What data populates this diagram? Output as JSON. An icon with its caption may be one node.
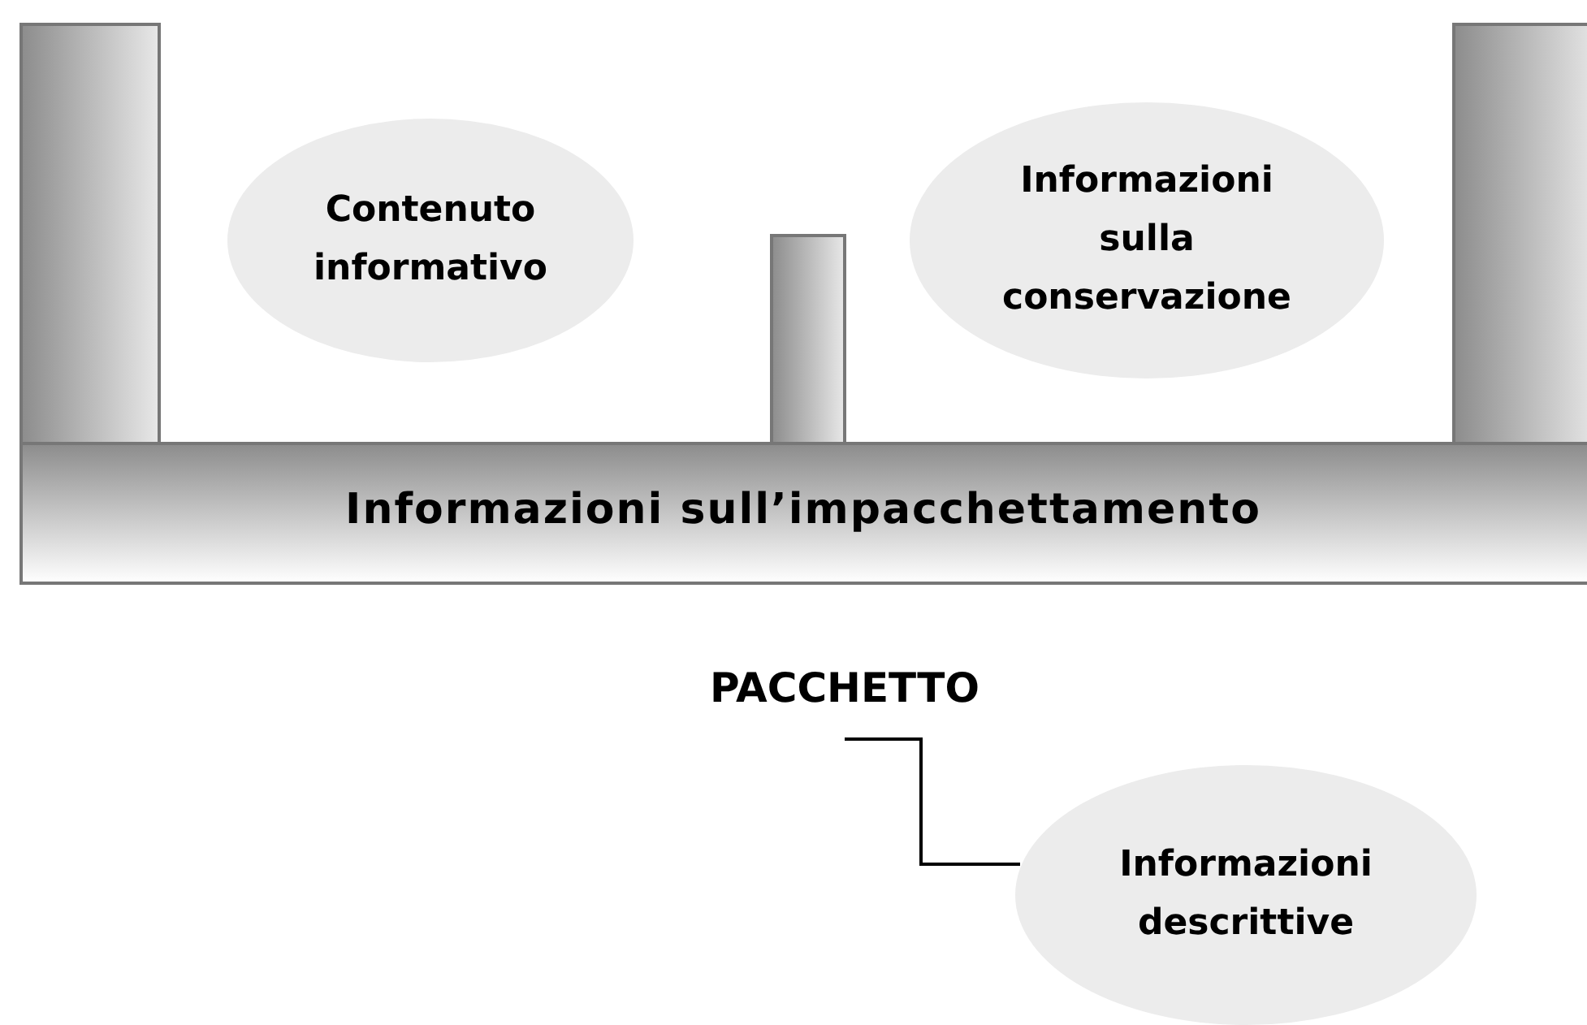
{
  "diagram": {
    "nodes": [
      {
        "text": [
          "Informazioni sull’impacchettamento"
        ]
      },
      {
        "text": [
          "Contenuto informativo"
        ],
        "in": 0
      },
      {
        "text": [
          "Informazioni sulla conservazione"
        ],
        "in": 0
      },
      {
        "text": [
          "PACCHETTO"
        ]
      },
      {
        "text": [
          "Informazioni descrittive"
        ]
      }
    ],
    "edges": [
      {
        "from": 3,
        "to": 4,
        "arrow": "none"
      }
    ]
  }
}
